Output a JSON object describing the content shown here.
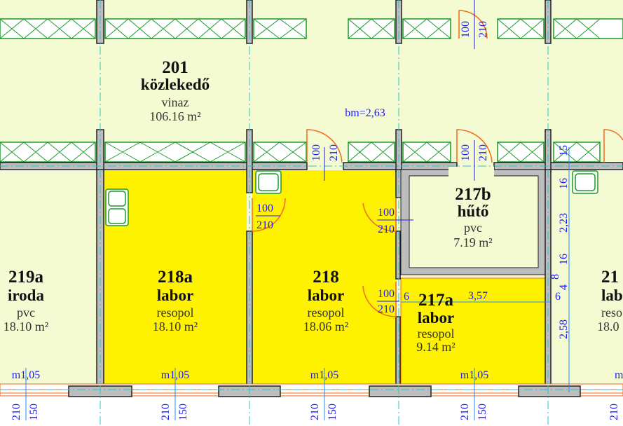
{
  "rooms": [
    {
      "number": "201",
      "name": "közlekedő",
      "floor": "vinaz",
      "area": "106.16 m²"
    },
    {
      "number": "219a",
      "name": "iroda",
      "floor": "pvc",
      "area": "18.10 m²"
    },
    {
      "number": "218a",
      "name": "labor",
      "floor": "resopol",
      "area": "18.10 m²"
    },
    {
      "number": "218",
      "name": "labor",
      "floor": "resopol",
      "area": "18.06 m²"
    },
    {
      "number": "217b",
      "name": "hűtő",
      "floor": "pvc",
      "area": "7.19 m²"
    },
    {
      "number": "217a",
      "name": "labor",
      "floor": "resopol",
      "area": "9.14 m²"
    },
    {
      "number": "21",
      "name": "lab",
      "floor": "reso",
      "area": "18.0"
    }
  ],
  "corridor_height": "bm=2,63",
  "doors": {
    "width": "100",
    "height": "210"
  },
  "dimensions": {
    "d6a": "6",
    "d357": "3,57",
    "d6b": "6",
    "d8": "8",
    "d4": "4",
    "d15": "15",
    "d16a": "16",
    "d223": "2,23",
    "d16b": "16",
    "d258": "2,58"
  },
  "windows": {
    "sill": "m1,05",
    "height": "210",
    "width": "150"
  },
  "colors": {
    "lab": "#fff200",
    "background": "#f4fbd2",
    "walls": "#bdbdbd",
    "dimension": "#1a1aff"
  }
}
